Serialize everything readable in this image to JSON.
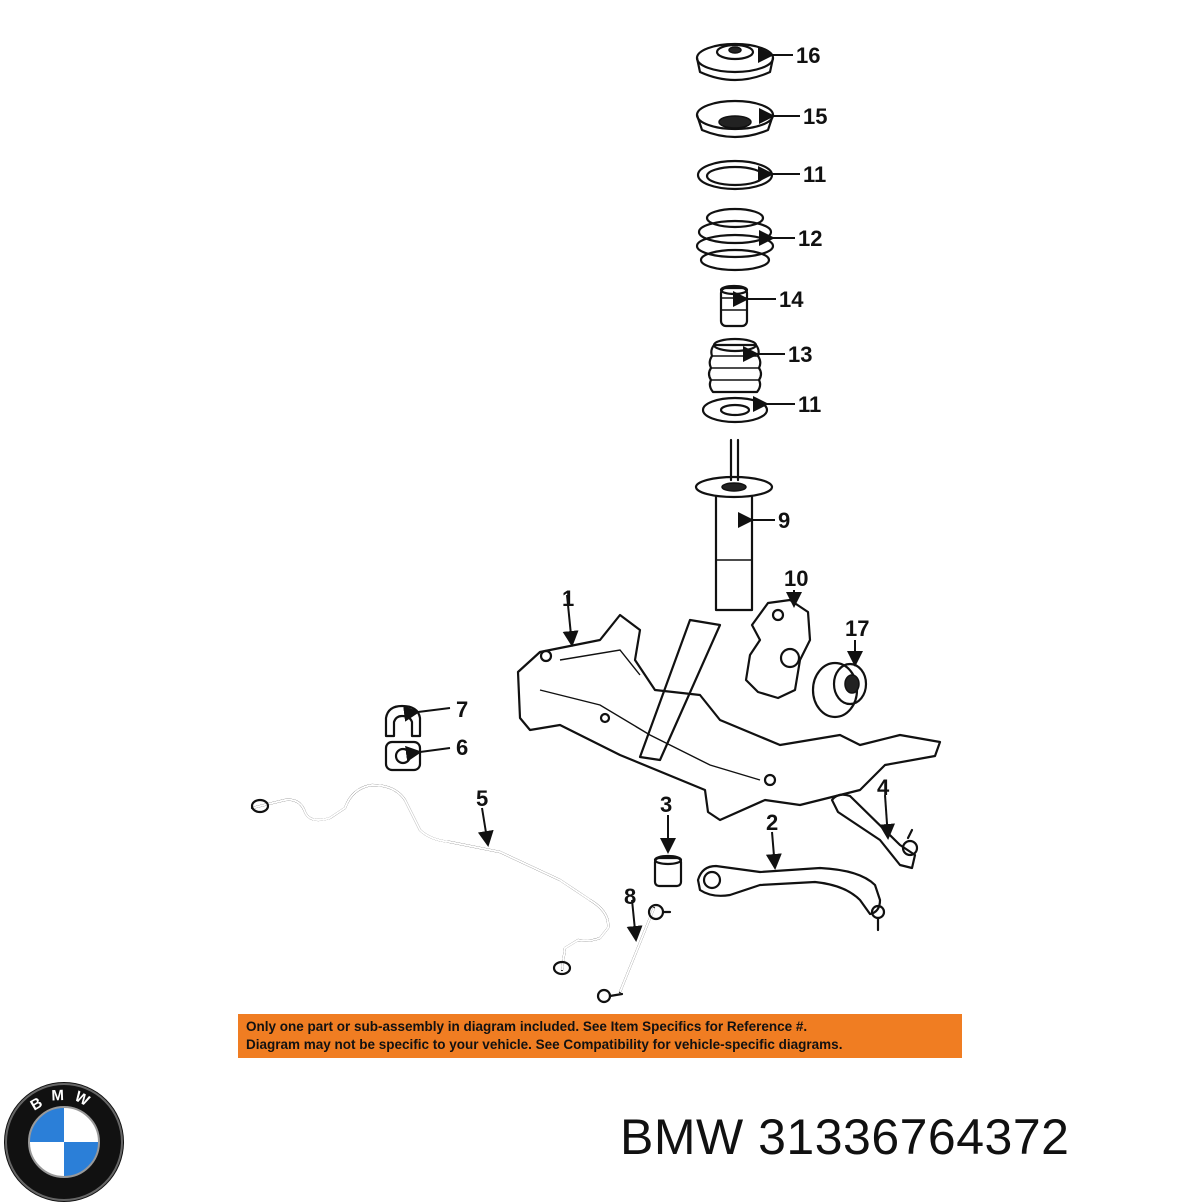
{
  "notice": {
    "line1": "Only one part or sub-assembly in diagram included. See Item Specifics for Reference #.",
    "line2": "Diagram may not be specific to your vehicle. See Compatibility for vehicle-specific diagrams.",
    "background": "#f07d22"
  },
  "brand": {
    "logo_text": "BMW",
    "logo_colors": {
      "blue": "#2b7fd8",
      "white": "#ffffff",
      "ring": "#111111"
    }
  },
  "title": "BMW 31336764372",
  "callouts": {
    "c16": "16",
    "c15": "15",
    "c11a": "11",
    "c12": "12",
    "c14": "14",
    "c13": "13",
    "c11b": "11",
    "c9": "9",
    "c10": "10",
    "c17": "17",
    "c1": "1",
    "c7": "7",
    "c6": "6",
    "c5": "5",
    "c3": "3",
    "c4": "4",
    "c2": "2",
    "c8": "8"
  }
}
